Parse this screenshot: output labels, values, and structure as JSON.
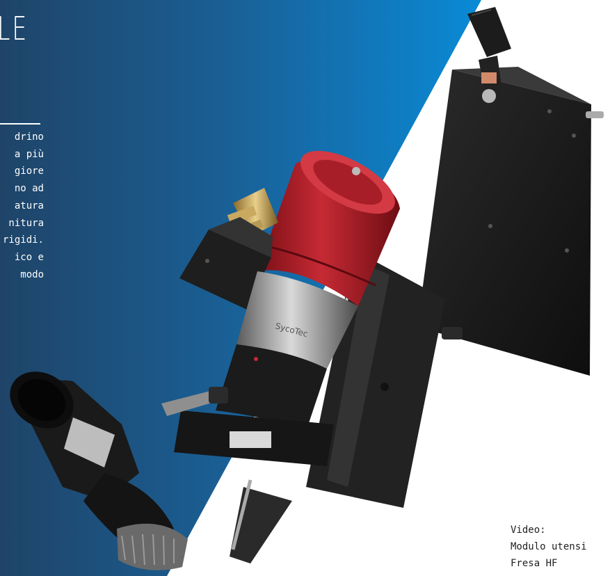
{
  "heading": {
    "text": "LE"
  },
  "description": {
    "lines": [
      "drino",
      "a più",
      "giore",
      "no ad",
      "atura",
      "nitura",
      "rigidi.",
      "ico e",
      "modo"
    ]
  },
  "product_image": {
    "brand_label": "SycoTec"
  },
  "video_link": {
    "label": "Video:",
    "line1": "Modulo utensi",
    "line2": "Fresa HF"
  },
  "colors": {
    "panel_dark": "#1e4a72",
    "panel_light": "#0c86cf",
    "spindle_red": "#b3202a",
    "machine_body": "#1a1a1a"
  }
}
